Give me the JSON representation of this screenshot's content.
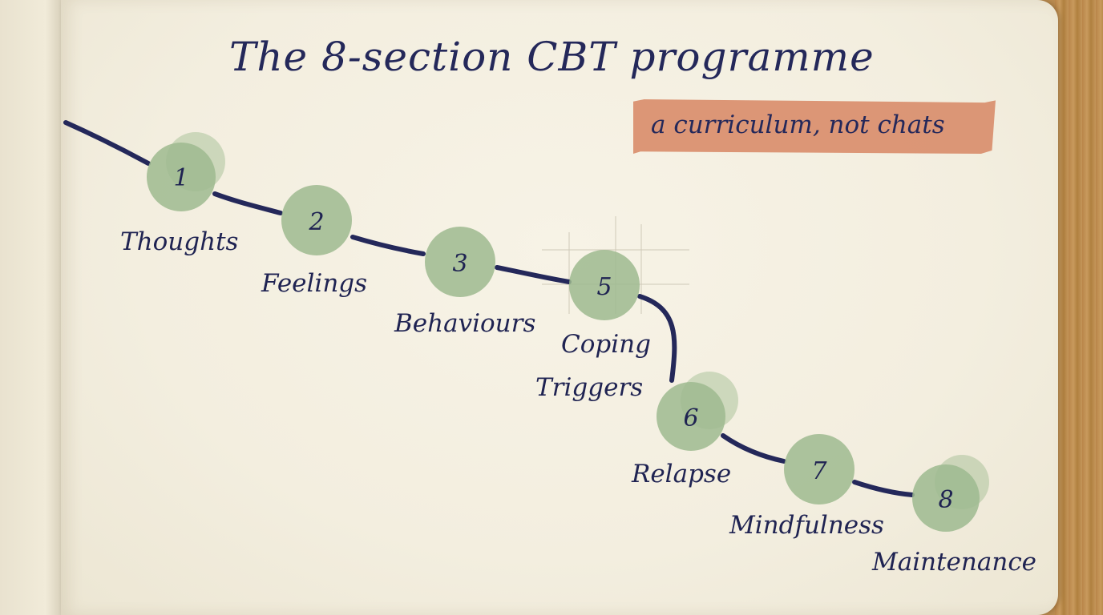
{
  "title": "The 8-section CBT programme",
  "subtitle": "a curriculum, not chats",
  "colors": {
    "ink": "#1f2352",
    "node_fill": "#9dba8f",
    "tape": "#d98e6c",
    "paper": "#f4efe0"
  },
  "nodes": [
    {
      "number": "1",
      "label": "Thoughts"
    },
    {
      "number": "2",
      "label": "Feelings"
    },
    {
      "number": "3",
      "label": "Behaviours"
    },
    {
      "number": "5",
      "label": "Coping"
    },
    {
      "number": "",
      "label": "Triggers"
    },
    {
      "number": "6",
      "label": "Relapse"
    },
    {
      "number": "7",
      "label": "Mindfulness"
    },
    {
      "number": "8",
      "label": "Maintenance"
    }
  ]
}
